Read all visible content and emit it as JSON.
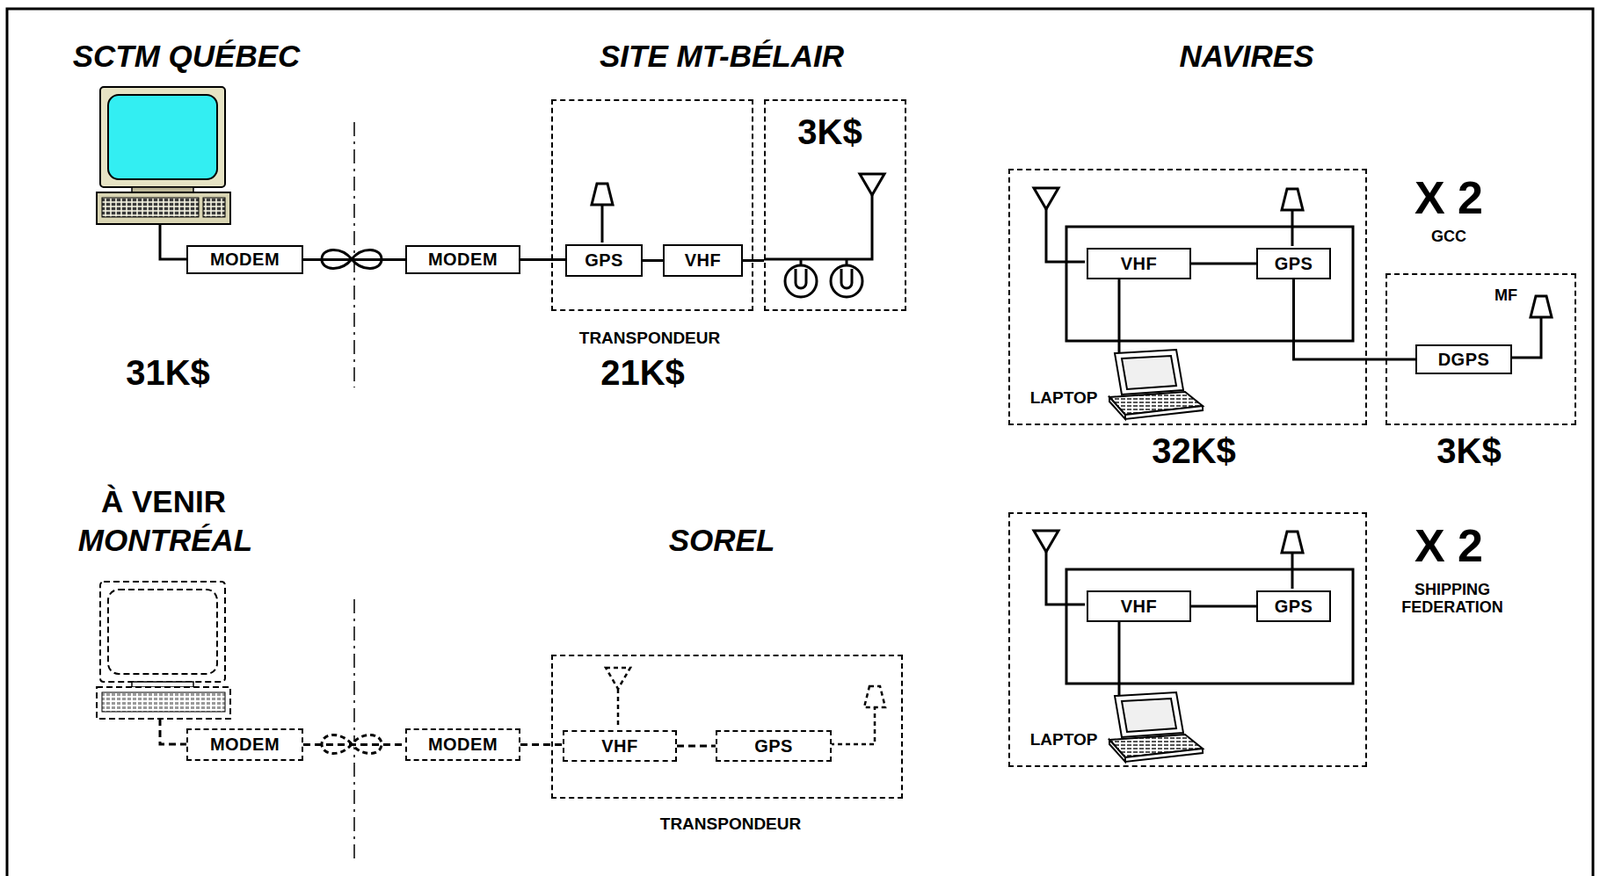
{
  "diagram": {
    "nodes": [
      {
        "text": [
          "MODEM"
        ]
      },
      {
        "text": [
          "MODEM"
        ]
      },
      {
        "text": [
          "TRANSPONDEUR"
        ]
      },
      {
        "text": [
          "GPS"
        ],
        "in": 2
      },
      {
        "text": [
          "VHF"
        ],
        "in": 2
      },
      {
        "text": [
          "3K$"
        ]
      },
      {
        "text": [
          "LAPTOP",
          "32K$"
        ]
      },
      {
        "text": [
          "VHF"
        ],
        "in": 6
      },
      {
        "text": [
          "GPS"
        ],
        "in": 6
      },
      {
        "text": [
          "MF",
          "3K$"
        ]
      },
      {
        "text": [
          "DGPS"
        ],
        "in": 9
      },
      {
        "text": [
          "MODEM"
        ]
      },
      {
        "text": [
          "MODEM"
        ]
      },
      {
        "text": [
          "TRANSPONDEUR"
        ]
      },
      {
        "text": [
          "VHF"
        ],
        "in": 13
      },
      {
        "text": [
          "GPS"
        ],
        "in": 13
      },
      {
        "text": [
          "LAPTOP"
        ]
      },
      {
        "text": [
          "VHF"
        ],
        "in": 16
      },
      {
        "text": [
          "GPS"
        ],
        "in": 16
      }
    ],
    "edges": [
      {
        "from": 0,
        "to": 1,
        "arrow": "none"
      },
      {
        "from": 1,
        "to": 3,
        "arrow": "none"
      },
      {
        "from": 3,
        "to": 4,
        "arrow": "none"
      },
      {
        "from": 4,
        "to": 5,
        "arrow": "none"
      },
      {
        "from": 7,
        "to": 8,
        "arrow": "none"
      },
      {
        "from": 8,
        "to": 10,
        "arrow": "none"
      },
      {
        "from": 11,
        "to": 12,
        "arrow": "none"
      },
      {
        "from": 12,
        "to": 14,
        "arrow": "none"
      },
      {
        "from": 14,
        "to": 15,
        "arrow": "none"
      },
      {
        "from": 17,
        "to": 18,
        "arrow": "none"
      }
    ],
    "labels": [
      "SCTM QUÉBEC",
      "SITE MT-BÉLAIR",
      "NAVIRES",
      "31K$",
      "21K$",
      "X 2",
      "GCC",
      "À VENIR",
      "MONTRÉAL",
      "SOREL",
      "X 2",
      "SHIPPING FEDERATION"
    ]
  }
}
